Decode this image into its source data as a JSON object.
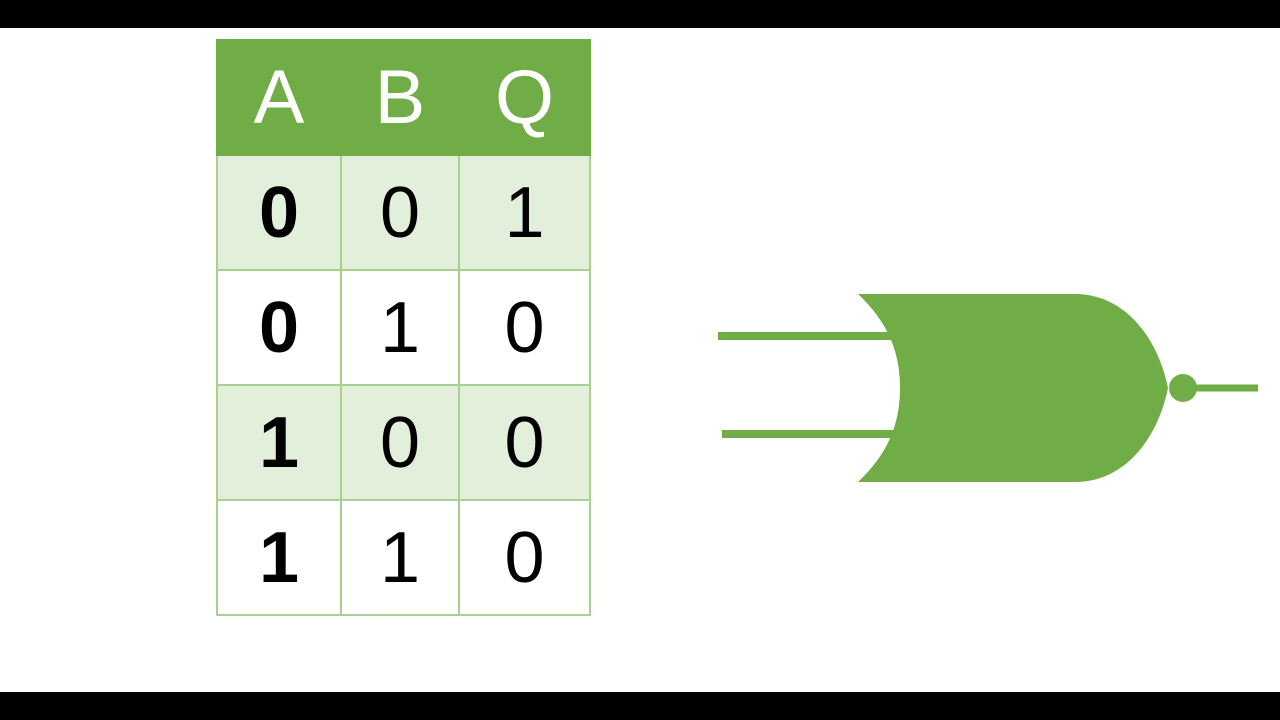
{
  "colors": {
    "header_bg": "#70ad47",
    "header_text": "#ffffff",
    "band_bg": "#e2efda",
    "plain_bg": "#ffffff",
    "grid_line": "#a9d08e",
    "gate_fill": "#70ad47",
    "letterbox": "#000000"
  },
  "table": {
    "headers": [
      "A",
      "B",
      "Q"
    ],
    "rows": [
      [
        "0",
        "0",
        "1"
      ],
      [
        "0",
        "1",
        "0"
      ],
      [
        "1",
        "0",
        "0"
      ],
      [
        "1",
        "1",
        "0"
      ]
    ]
  },
  "gate": {
    "icon": "nor-gate-icon",
    "inputs": 2,
    "outputs": 1
  }
}
